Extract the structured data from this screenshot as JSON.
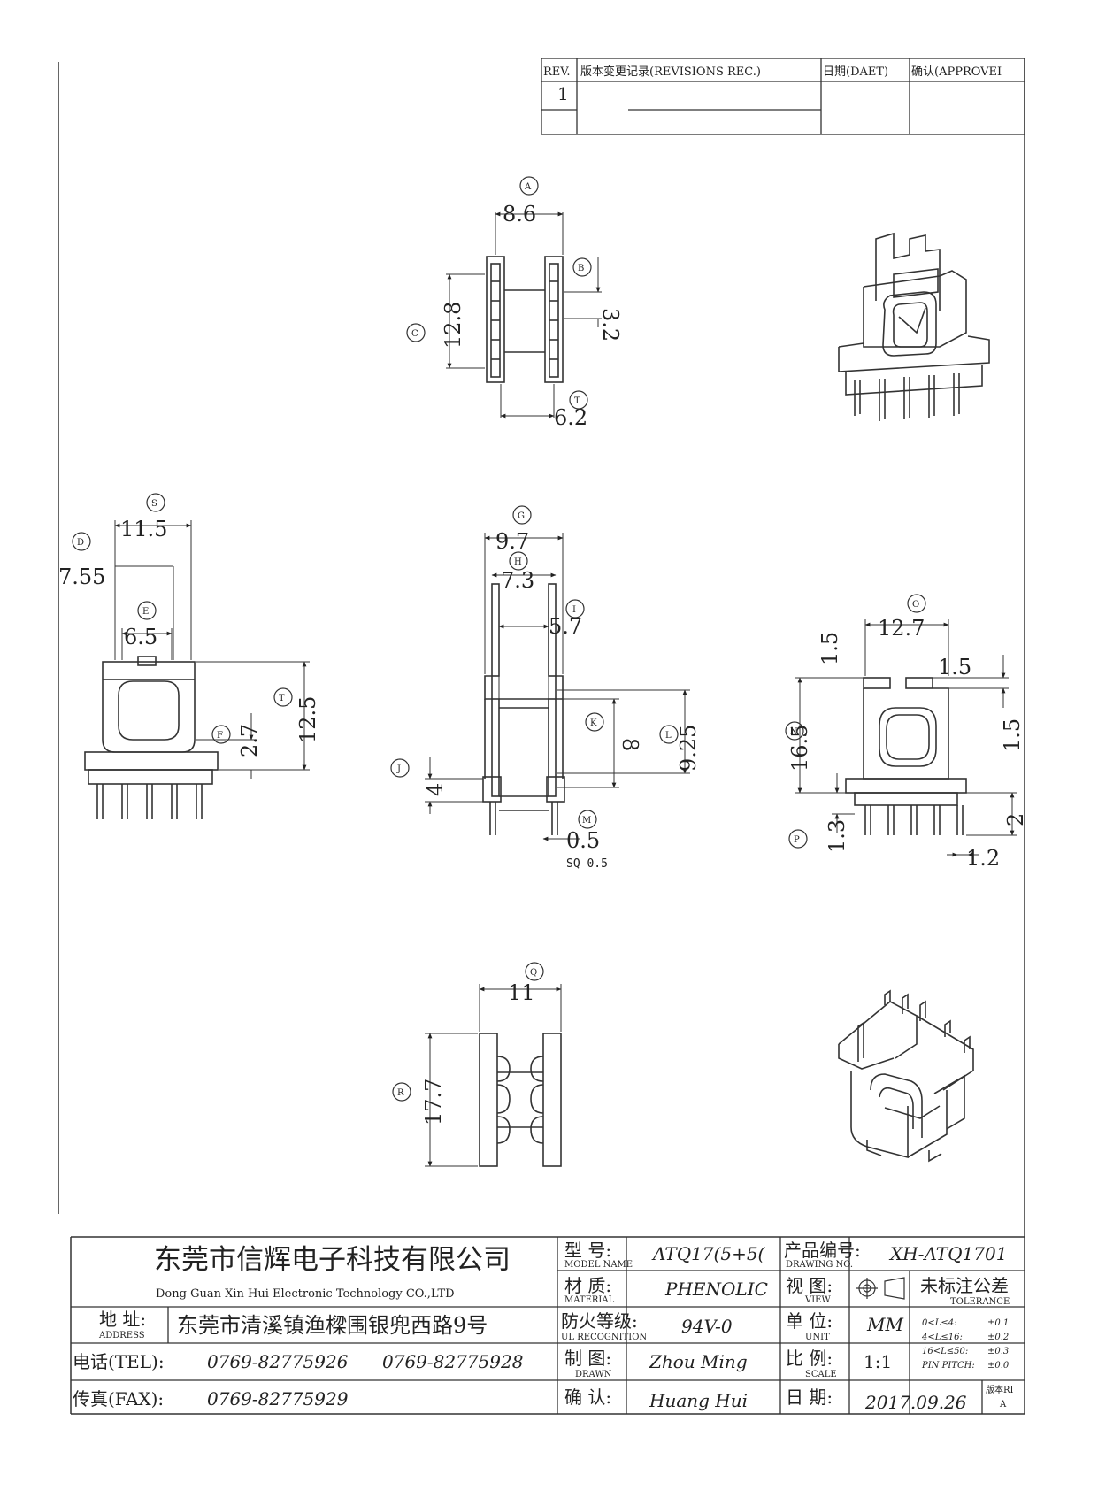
{
  "revisions": {
    "headers": [
      "REV.",
      "版本变更记录(REVISIONS REC.)",
      "日期(DAET)",
      "确认(APPROVEI"
    ],
    "rev_value": "1"
  },
  "views": {
    "top": {
      "a": "8.6",
      "b": "3.2",
      "c": "12.8",
      "t": "6.2"
    },
    "side": {
      "s": "11.5",
      "d": "7.55",
      "e": "6.5",
      "f": "2.7",
      "t": "12.5"
    },
    "section": {
      "g": "9.7",
      "h": "7.3",
      "i": "5.7",
      "k": "8",
      "l": "9.25",
      "j": "4",
      "m": "0.5",
      "sq": "SQ 0.5"
    },
    "front": {
      "o": "12.7",
      "o2": "1.5",
      "top_left": "1.5",
      "right": "1.5",
      "n": "16.5",
      "p": "1.3",
      "pin_h": "2",
      "pin_w": "1.2"
    },
    "bottom": {
      "q": "11",
      "r": "17.7"
    }
  },
  "callouts": [
    "A",
    "B",
    "C",
    "T",
    "S",
    "D",
    "E",
    "F",
    "T",
    "G",
    "H",
    "I",
    "K",
    "L",
    "J",
    "M",
    "O",
    "N",
    "P",
    "Q",
    "R"
  ],
  "title_block": {
    "company_cn": "东莞市信辉电子科技有限公司",
    "company_en": "Dong Guan Xin Hui Electronic Technology CO.,LTD",
    "address_label": "地 址:",
    "address_label_en": "ADDRESS",
    "address": "东莞市清溪镇渔樑围银兜西路9号",
    "tel_label": "电话(TEL):",
    "tel1": "0769-82775926",
    "tel2": "0769-82775928",
    "fax_label": "传真(FAX):",
    "fax": "0769-82775929",
    "model_label": "型 号:",
    "model_label_en": "MODEL NAME",
    "model": "ATQ17(5+5(",
    "material_label": "材 质:",
    "material_label_en": "MATERIAL",
    "material": "PHENOLIC",
    "fire_label": "防火等级:",
    "fire_label_en": "UL RECOGNITION",
    "fire": "94V-0",
    "drawn_label": "制 图:",
    "drawn_label_en": "DRAWN",
    "drawn": "Zhou Ming",
    "confirm_label": "确 认:",
    "confirm": "Huang Hui",
    "drawing_no_label": "产品编号:",
    "drawing_no_label_en": "DRAWING NO.",
    "drawing_no": "XH-ATQ1701",
    "view_label": "视 图:",
    "view_label_en": "VIEW",
    "unit_label": "单 位:",
    "unit_label_en": "UNIT",
    "unit": "MM",
    "scale_label": "比 例:",
    "scale_label_en": "SCALE",
    "scale": "1:1",
    "date_label": "日 期:",
    "date": "2017.09.26",
    "version_label": "版本RI",
    "version": "A",
    "tolerance_label": "未标注公差",
    "tolerance_label_en": "TOLERANCE",
    "tolerances": [
      {
        "range": "0<L≤4:",
        "value": "±0.1"
      },
      {
        "range": "4<L≤16:",
        "value": "±0.2"
      },
      {
        "range": "16<L≤50:",
        "value": "±0.3"
      },
      {
        "range": "PIN PITCH:",
        "value": "±0.0"
      }
    ]
  }
}
